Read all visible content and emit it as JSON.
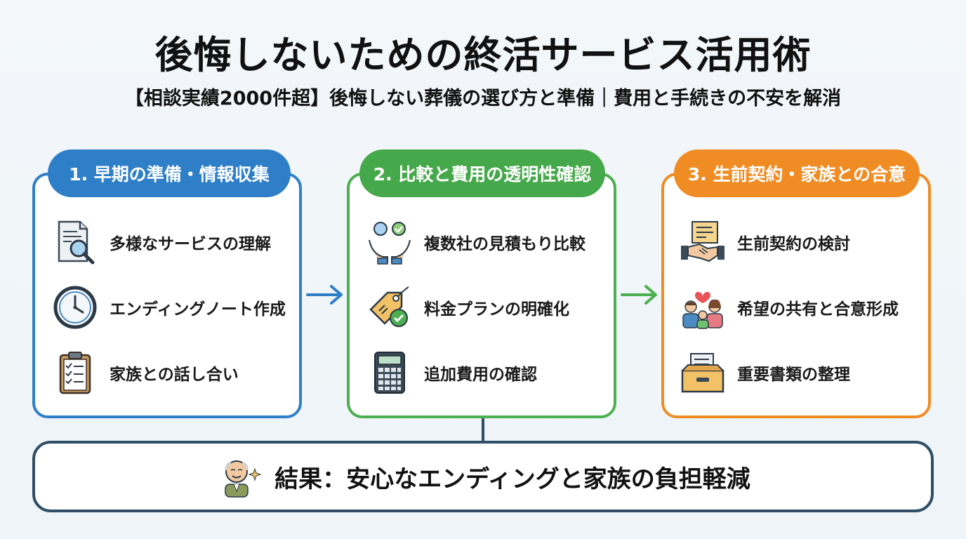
{
  "title": "後悔しないための終活サービス活用術",
  "subtitle": "【相談実績2000件超】後悔しない葬儀の選び方と準備｜費用と手続きの不安を解消",
  "steps": [
    {
      "label": "1. 早期の準備・情報収集",
      "color": "#2f7fc8",
      "items": [
        {
          "icon": "document-magnifier-icon",
          "text": "多様なサービスの理解"
        },
        {
          "icon": "clock-icon",
          "text": "エンディングノート作成"
        },
        {
          "icon": "clipboard-checklist-icon",
          "text": "家族との話し合い"
        }
      ]
    },
    {
      "label": "2. 比較と費用の透明性確認",
      "color": "#4caf50",
      "items": [
        {
          "icon": "hands-compare-icon",
          "text": "複数社の見積もり比較"
        },
        {
          "icon": "price-tag-check-icon",
          "text": "料金プランの明確化"
        },
        {
          "icon": "calculator-icon",
          "text": "追加費用の確認"
        }
      ]
    },
    {
      "label": "3. 生前契約・家族との合意",
      "color": "#f08c24",
      "items": [
        {
          "icon": "handshake-contract-icon",
          "text": "生前契約の検討"
        },
        {
          "icon": "family-heart-icon",
          "text": "希望の共有と合意形成"
        },
        {
          "icon": "file-drawer-icon",
          "text": "重要書類の整理"
        }
      ]
    }
  ],
  "result": {
    "icon": "elderly-man-sparkle-icon",
    "text": "結果：安心なエンディングと家族の負担軽減"
  }
}
